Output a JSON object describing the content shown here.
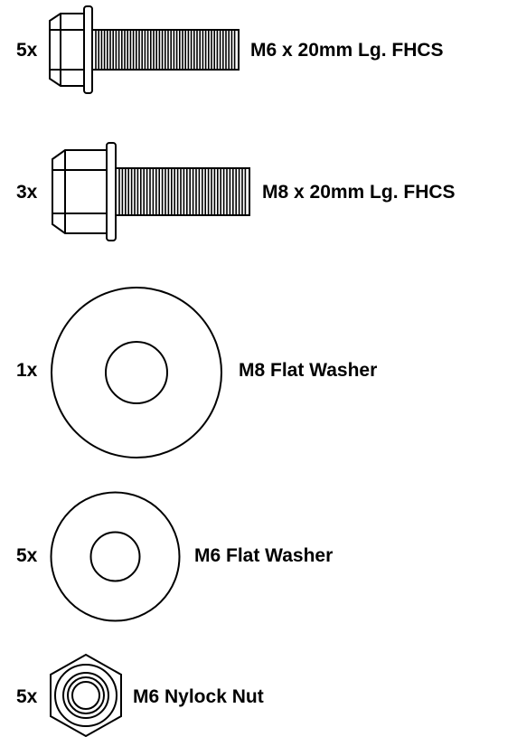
{
  "items": [
    {
      "qty": "5x",
      "label": "M6 x 20mm Lg. FHCS",
      "icon": "flange-bolt-m6-icon"
    },
    {
      "qty": "3x",
      "label": "M8 x 20mm Lg. FHCS",
      "icon": "flange-bolt-m8-icon"
    },
    {
      "qty": "1x",
      "label": "M8 Flat Washer",
      "icon": "washer-m8-icon"
    },
    {
      "qty": "5x",
      "label": "M6 Flat Washer",
      "icon": "washer-m6-icon"
    },
    {
      "qty": "5x",
      "label": "M6 Nylock Nut",
      "icon": "nylock-nut-icon"
    }
  ]
}
